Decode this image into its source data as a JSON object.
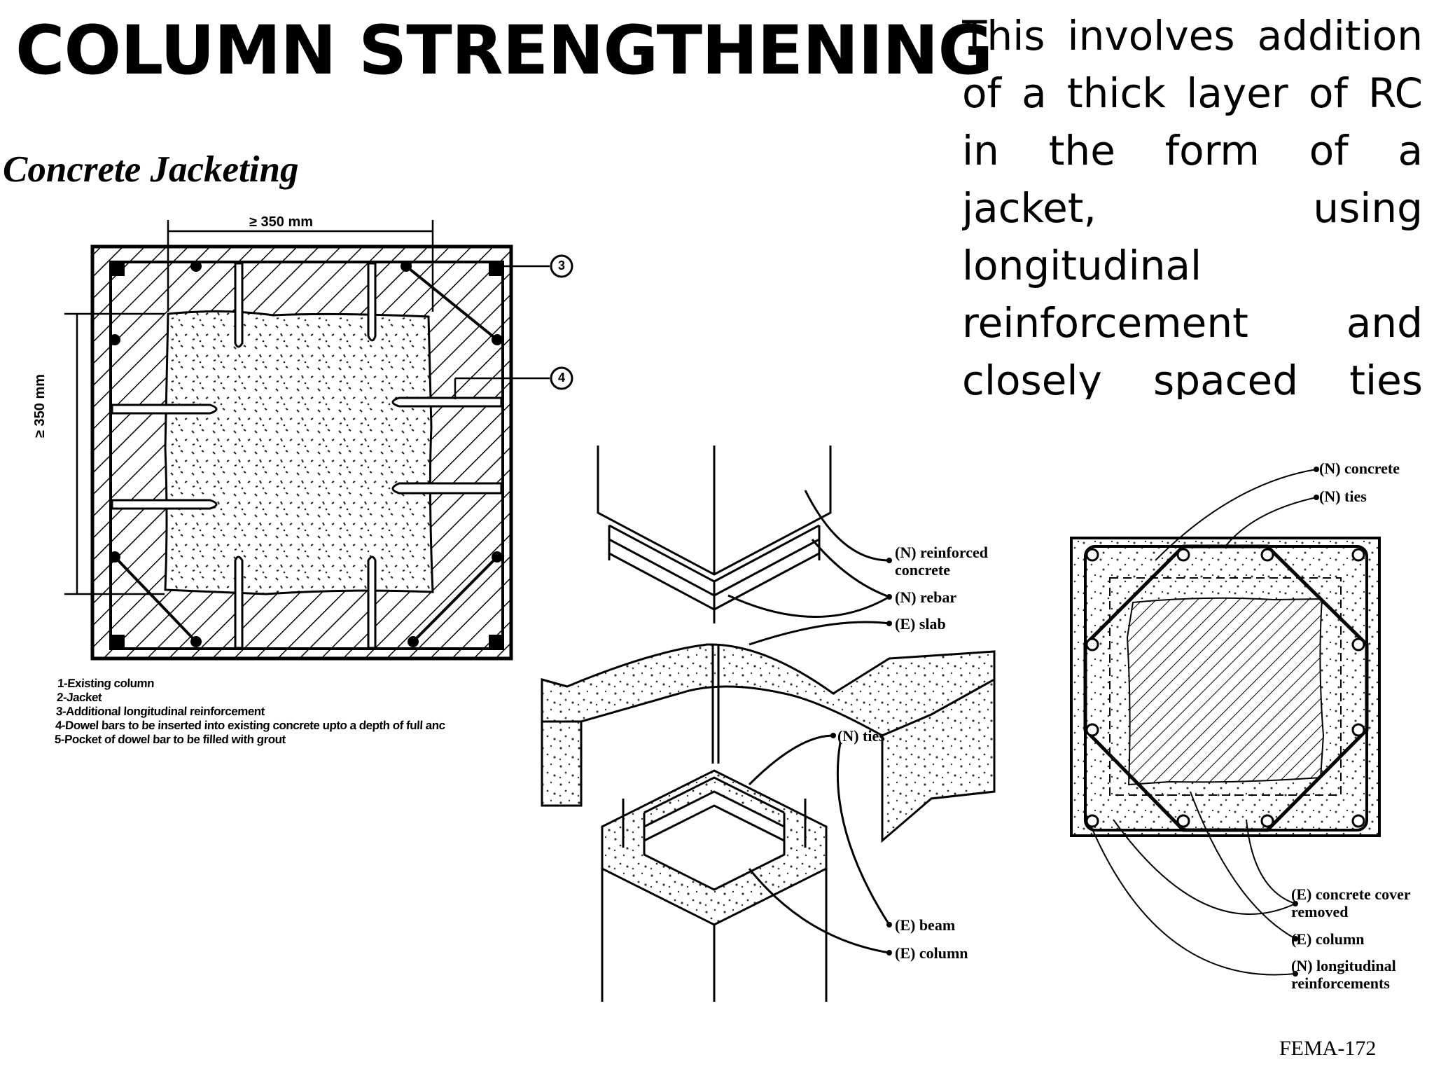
{
  "title": "COLUMN STRENGTHENING",
  "subtitle": "Concrete Jacketing",
  "description": "This involves addition of a thick layer of RC in the form of a jacket, using longitudinal reinforcement and closely spaced ties with seismic detailing.",
  "section_detail": {
    "dim_top": "≥ 350 mm",
    "dim_side": "≥ 350 mm",
    "callouts": [
      "3",
      "4"
    ],
    "legend": [
      "1-Existing column",
      "2-Jacket",
      "3-Additional longitudinal reinforcement",
      "4-Dowel bars to be inserted into existing concrete upto a depth of full anc",
      "5-Pocket of dowel bar to be filled with grout"
    ]
  },
  "isometric_view": {
    "labels": {
      "reinforced_concrete": "(N) reinforced concrete",
      "rebar": "(N) rebar",
      "slab": "(E) slab",
      "ties": "(N) ties",
      "beam": "(E) beam",
      "column": "(E) column"
    }
  },
  "plan_view": {
    "labels": {
      "concrete": "(N) concrete",
      "ties": "(N) ties",
      "cover_removed": "(E) concrete cover removed",
      "column": "(E) column",
      "longitudinal": "(N) longitudinal reinforcements"
    }
  },
  "source": "FEMA-172"
}
